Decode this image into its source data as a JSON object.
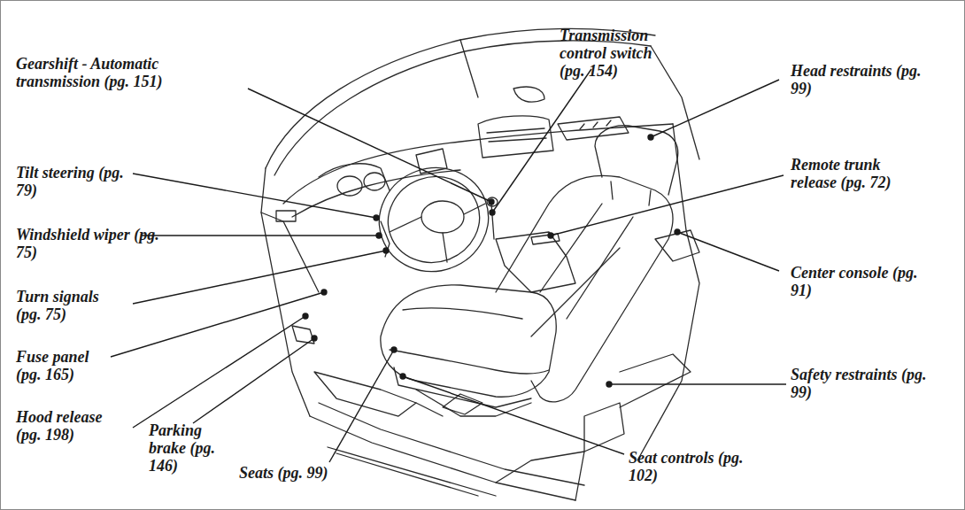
{
  "diagram": {
    "labels": [
      "Gearshift - Automatic transmission (pg. 151)",
      "Transmission control switch (pg. 154)",
      "Head restraints (pg. 99)",
      "Tilt steering (pg. 79)",
      "Remote trunk release (pg. 72)",
      "Windshield wiper (pg. 75)",
      "Center console (pg. 91)",
      "Turn signals (pg. 75)",
      "Fuse panel (pg. 165)",
      "Safety restraints (pg. 99)",
      "Hood release (pg. 198)",
      "Parking brake (pg. 146)",
      "Seats (pg. 99)",
      "Seat controls (pg. 102)"
    ]
  }
}
